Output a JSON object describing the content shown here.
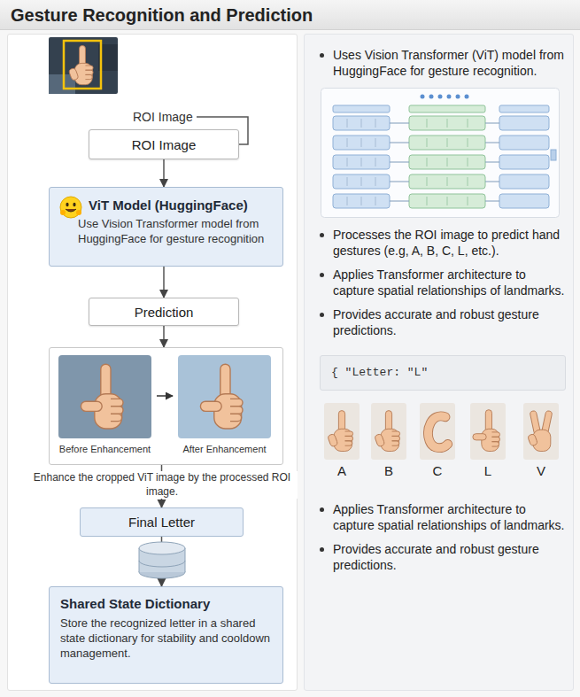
{
  "diagram": {
    "title": "Gesture Recognition and Prediction",
    "nodes": [
      {
        "text": [
          "ROI Image"
        ]
      },
      {
        "text": [
          "ROI Image"
        ]
      },
      {
        "text": [
          "ViT Model (HuggingFace)",
          "Use Vision Transformer model from HuggingFace for gesture recognition"
        ]
      },
      {
        "text": [
          "Prediction"
        ]
      },
      {
        "text": [
          "Before Enhancement",
          "After Enhancement"
        ]
      },
      {
        "text": [
          "Final Letter"
        ]
      },
      {
        "text": [
          "Shared State Dictionary",
          "Store the recognized letter in a shared state dictionary for stability and cooldown management."
        ]
      },
      {
        "text": [
          "Uses Vision Transformer (ViT) model from HuggingFace for gesture recognition.",
          "Processes the ROI image to predict hand gestures (e.g, A, B, C, L, etc.).",
          "Applies Transformer architecture to capture spatial relationships of landmarks.",
          "Provides accurate and robust gesture predictions.",
          "Applies Transformer architecture to capture spatial relationships of landmarks.",
          "Provides accurate and robust gesture predictions."
        ]
      },
      {
        "text": [
          "{ \"Letter: \"L\""
        ],
        "in": 7
      }
    ],
    "edges": [
      {
        "from": 0,
        "to": 1,
        "arrow": "none"
      },
      {
        "from": 1,
        "to": 2,
        "arrow": "to"
      },
      {
        "from": 2,
        "to": 3,
        "arrow": "to"
      },
      {
        "from": 3,
        "to": 4,
        "arrow": "to"
      },
      {
        "from": 4,
        "to": 5,
        "arrow": "to"
      },
      {
        "from": 5,
        "to": 6,
        "arrow": "to"
      }
    ],
    "labels": [
      "Enhance the cropped ViT image by the processed ROI image.",
      "A",
      "B",
      "C",
      "L",
      "V"
    ]
  }
}
